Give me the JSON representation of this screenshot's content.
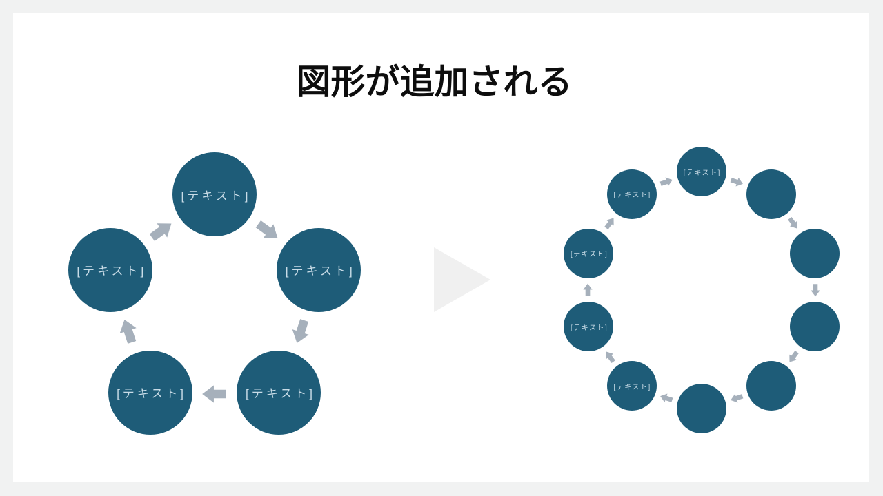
{
  "slide": {
    "title": "図形が追加される",
    "background": "#ffffff",
    "page_background": "#f1f2f2"
  },
  "colors": {
    "node_fill": "#1e5c78",
    "node_label": "#c9dce7",
    "cycle_arrow": "#a6b0bb",
    "transition_arrow": "#f0f0f0",
    "title_text": "#0d0d0d"
  },
  "transition": {
    "icon": "right-triangle-icon"
  },
  "diagrams": {
    "left": {
      "name": "basic-cycle-5-before",
      "direction": "clockwise",
      "nodes": [
        {
          "label": "[テキスト]"
        },
        {
          "label": "[テキスト]"
        },
        {
          "label": "[テキスト]"
        },
        {
          "label": "[テキスト]"
        },
        {
          "label": "[テキスト]"
        }
      ]
    },
    "right": {
      "name": "basic-cycle-10-after",
      "direction": "clockwise",
      "nodes": [
        {
          "label": "[テキスト]"
        },
        {
          "label": ""
        },
        {
          "label": ""
        },
        {
          "label": ""
        },
        {
          "label": ""
        },
        {
          "label": ""
        },
        {
          "label": "[テキスト]"
        },
        {
          "label": "[テキスト]"
        },
        {
          "label": "[テキスト]"
        },
        {
          "label": "[テキスト]"
        }
      ]
    }
  }
}
